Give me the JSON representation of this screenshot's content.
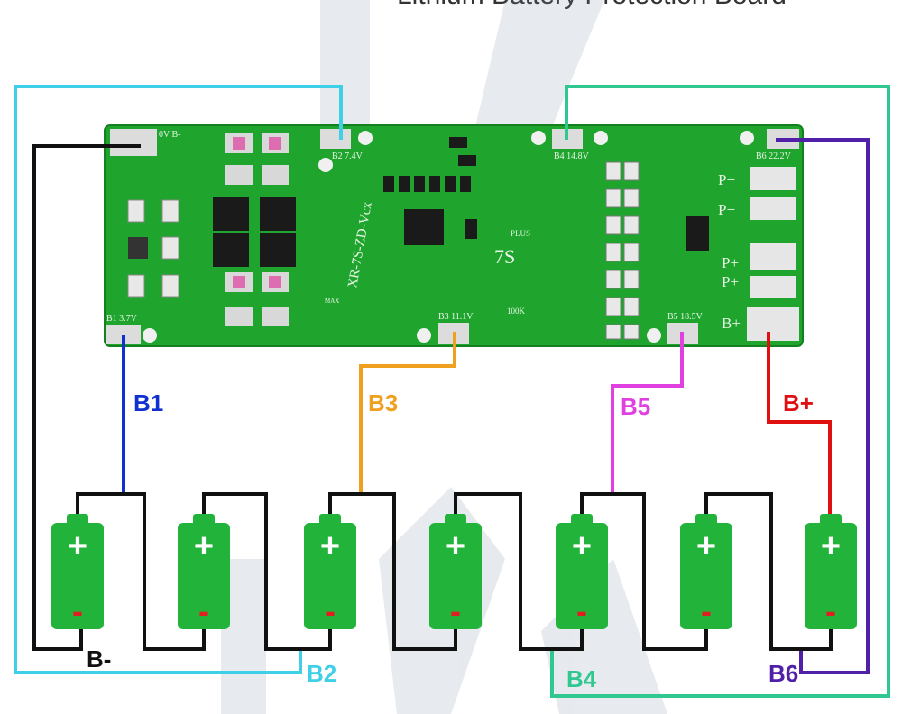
{
  "title": "Lithium Battery Protection Board",
  "colors": {
    "pcb": "#1fa52d",
    "cell": "#22b43a",
    "wire_b1": "#1030d0",
    "wire_b2": "#3fd0e8",
    "wire_b3": "#f0a020",
    "wire_b4": "#30c890",
    "wire_b5": "#e040e0",
    "wire_b6": "#5020a8",
    "wire_bplus": "#e01010",
    "wire_bminus": "#111111"
  },
  "board": {
    "model": "XR-7S-ZD-Vcx",
    "series_mark": "7S",
    "plus_mark": "PLUS",
    "resistor_mark": "100K",
    "ic_mark": "MAX",
    "pads": [
      {
        "id": "bminus",
        "text": "0V B-"
      },
      {
        "id": "b1",
        "text": "B1  3.7V"
      },
      {
        "id": "b2",
        "text": "B2  7.4V"
      },
      {
        "id": "b3",
        "text": "B3  11.1V"
      },
      {
        "id": "b4",
        "text": "B4  14.8V"
      },
      {
        "id": "b5",
        "text": "B5  18.5V"
      },
      {
        "id": "b6",
        "text": "B6  22.2V"
      }
    ],
    "out_labels": [
      "P−",
      "P−",
      "P+",
      "P+",
      "B+"
    ]
  },
  "wire_labels": {
    "b1": "B1",
    "b2": "B2",
    "b3": "B3",
    "b4": "B4",
    "b5": "B5",
    "b6": "B6",
    "bplus": "B+",
    "bminus": "B-"
  },
  "cells": {
    "count": 7,
    "plus_symbol": "+",
    "minus_symbol": "-"
  }
}
